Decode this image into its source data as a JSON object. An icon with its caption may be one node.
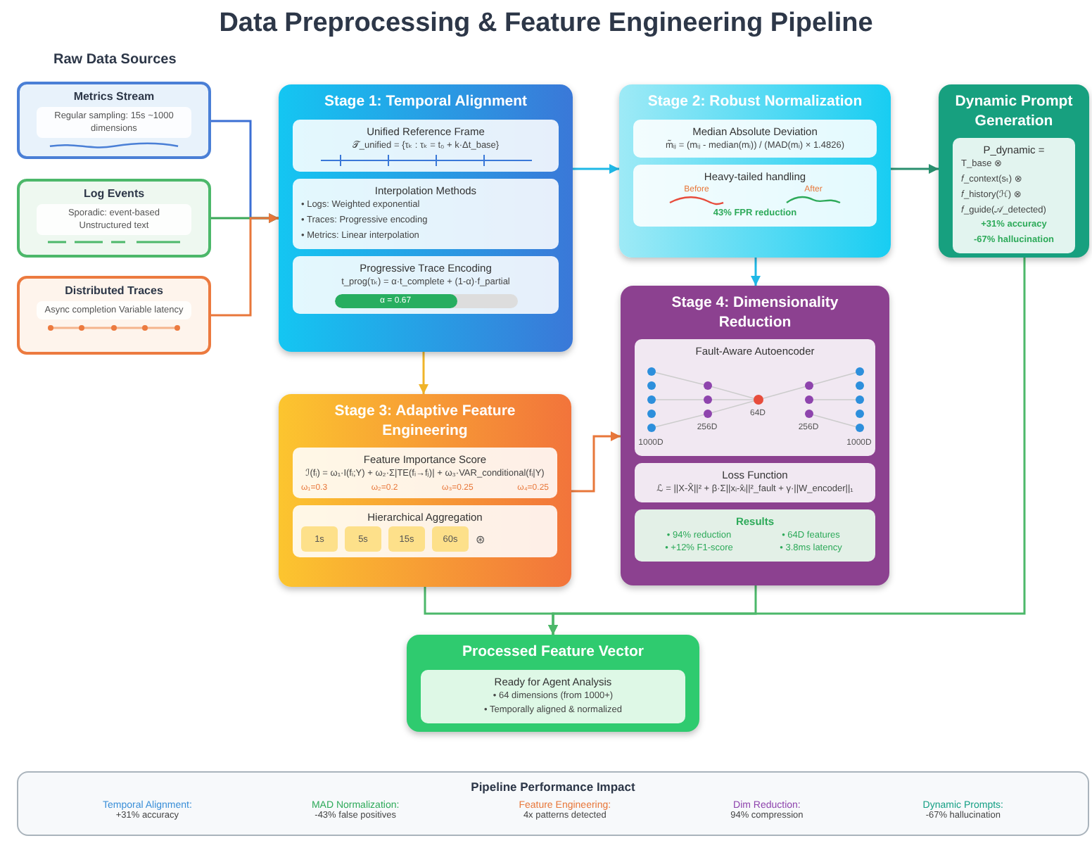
{
  "diagram": {
    "title": "Data Preprocessing & Feature Engineering Pipeline",
    "nodes": [
      {
        "text": [
          "Metrics Stream"
        ]
      },
      {
        "text": [
          "Regular sampling: 15s ~1000 dimensions"
        ],
        "in": 0
      },
      {
        "text": [
          "Log Events"
        ]
      },
      {
        "text": [
          "Sporadic: event-based Unstructured text"
        ],
        "in": 2
      },
      {
        "text": [
          "Distributed Traces"
        ]
      },
      {
        "text": [
          "Async completion Variable latency"
        ],
        "in": 4
      },
      {
        "text": [
          "Stage 1: Temporal Alignment"
        ]
      },
      {
        "text": [
          "Unified Reference Frame",
          "𝒯_unified = {τₖ : τₖ = t₀ + k·Δt_base}"
        ],
        "in": 6
      },
      {
        "text": [
          "Interpolation Methods",
          "• Logs: Weighted exponential",
          "• Traces: Progressive encoding",
          "• Metrics: Linear interpolation"
        ],
        "in": 6
      },
      {
        "text": [
          "Progressive Trace Encoding",
          "t_prog(τₖ) = α·t_complete + (1-α)·f_partial"
        ],
        "in": 6
      },
      {
        "text": [
          "α = 0.67"
        ],
        "in": 9
      },
      {
        "text": [
          "Stage 2: Robust Normalization"
        ]
      },
      {
        "text": [
          "Median Absolute Deviation",
          "m̃ᵢⱼ = (mᵢⱼ - median(mᵢ)) / (MAD(mᵢ) × 1.4826)"
        ],
        "in": 11
      },
      {
        "text": [
          "Heavy-tailed handling",
          "Before",
          "After",
          "43% FPR reduction"
        ],
        "in": 11
      },
      {
        "text": [
          "Dynamic Prompt Generation"
        ]
      },
      {
        "text": [
          "P_dynamic =",
          "T_base ⊗",
          "𝑓_context(sₜ) ⊗",
          "𝑓_history(ℋ) ⊗",
          "𝑓_guide(𝒜_detected)",
          "+31% accuracy",
          "-67% hallucination"
        ],
        "in": 14
      },
      {
        "text": [
          "Stage 3: Adaptive Feature Engineering"
        ]
      },
      {
        "text": [
          "Feature Importance Score",
          "ℐ(fᵢ) = ω₁·I(fᵢ;Y) + ω₂·Σ|TE(fᵢ→fⱼ)| + ω₃·VAR_conditional(fᵢ|Y)",
          "ω₁=0.3",
          "ω₂=0.2",
          "ω₃=0.25",
          "ω₄=0.25"
        ],
        "in": 16
      },
      {
        "text": [
          "Hierarchical Aggregation",
          "⊛"
        ],
        "in": 16
      },
      {
        "text": [
          "1s"
        ],
        "in": 18
      },
      {
        "text": [
          "5s"
        ],
        "in": 18
      },
      {
        "text": [
          "15s"
        ],
        "in": 18
      },
      {
        "text": [
          "60s"
        ],
        "in": 18
      },
      {
        "text": [
          "Stage 4: Dimensionality Reduction"
        ]
      },
      {
        "text": [
          "Fault-Aware Autoencoder",
          "1000D",
          "256D",
          "64D",
          "256D",
          "1000D"
        ],
        "in": 23
      },
      {
        "text": [
          "Loss Function",
          "ℒ = ||X-X̂||² + β·Σ||xᵢ-x̂ᵢ||²_fault + γ·||W_encoder||₁"
        ],
        "in": 23
      },
      {
        "text": [
          "Results",
          "• 94% reduction",
          "• 64D features",
          "• +12% F1-score",
          "• 3.8ms latency"
        ],
        "in": 23
      },
      {
        "text": [
          "Processed Feature Vector"
        ]
      },
      {
        "text": [
          "Ready for Agent Analysis",
          "• 64 dimensions (from 1000+)",
          "• Temporally aligned & normalized"
        ],
        "in": 27
      },
      {
        "text": [
          "Pipeline Performance Impact",
          "Temporal Alignment:",
          "+31% accuracy",
          "MAD Normalization:",
          "-43% false positives",
          "Feature Engineering:",
          "4x patterns detected",
          "Dim Reduction:",
          "94% compression",
          "Dynamic Prompts:",
          "-67% hallucination"
        ]
      }
    ],
    "edges": [
      {
        "from": 0,
        "to": 6,
        "arrow": "to",
        "color": "#3b6fd4"
      },
      {
        "from": 2,
        "to": 6,
        "arrow": "to",
        "color": "#3aa757"
      },
      {
        "from": 4,
        "to": 6,
        "arrow": "to",
        "color": "#e8773a"
      },
      {
        "from": 6,
        "to": 11,
        "arrow": "to",
        "color": "#1fb8e6"
      },
      {
        "from": 11,
        "to": 14,
        "arrow": "to",
        "color": "#2a8f6f"
      },
      {
        "from": 6,
        "to": 16,
        "arrow": "to",
        "color": "#f0b429"
      },
      {
        "from": 11,
        "to": 23,
        "arrow": "to",
        "color": "#1fb8e6"
      },
      {
        "from": 16,
        "to": 23,
        "arrow": "to",
        "color": "#e8773a"
      },
      {
        "from": 16,
        "to": 27,
        "arrow": "to",
        "color": "#4cb86a"
      },
      {
        "from": 23,
        "to": 27,
        "arrow": "to",
        "color": "#4cb86a"
      },
      {
        "from": 14,
        "to": 27,
        "arrow": "to",
        "color": "#4cb86a"
      }
    ],
    "labels": [
      "Raw Data Sources"
    ]
  }
}
